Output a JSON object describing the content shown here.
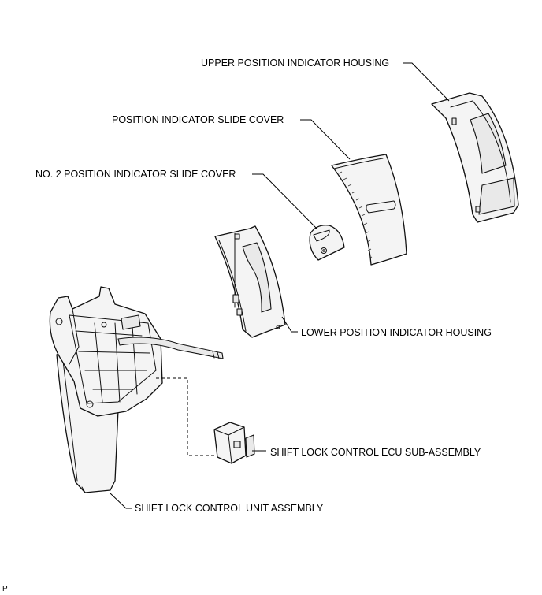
{
  "labels": {
    "upper_housing": "UPPER POSITION INDICATOR HOUSING",
    "slide_cover": "POSITION INDICATOR SLIDE COVER",
    "no2_slide_cover": "NO. 2 POSITION INDICATOR SLIDE COVER",
    "lower_housing": "LOWER POSITION INDICATOR HOUSING",
    "ecu": "SHIFT LOCK CONTROL ECU SUB-ASSEMBLY",
    "unit_assembly": "SHIFT LOCK CONTROL UNIT ASSEMBLY"
  },
  "corner_tag": "P"
}
